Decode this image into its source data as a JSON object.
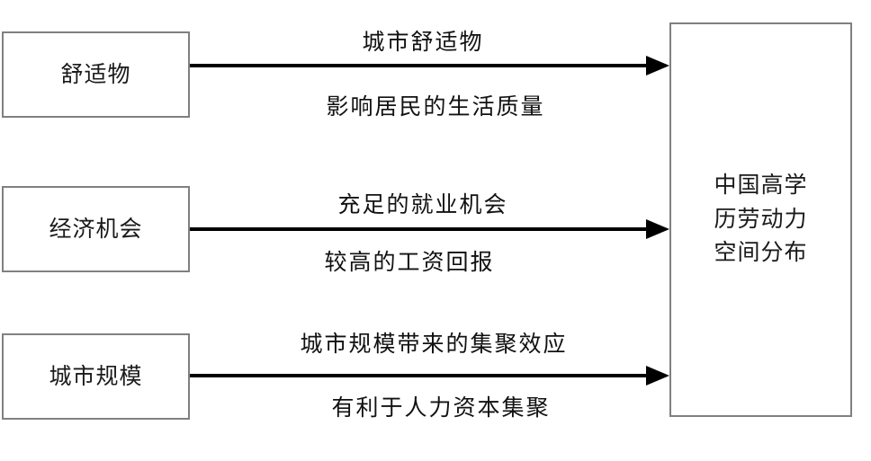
{
  "diagram": {
    "title": "",
    "colors": {
      "box_border": "#808080",
      "arrow": "#000000",
      "text": "#111111",
      "background": "#ffffff"
    },
    "sources": [
      {
        "id": "amenity",
        "label": "舒适物"
      },
      {
        "id": "economic",
        "label": "经济机会"
      },
      {
        "id": "city-scale",
        "label": "城市规模"
      }
    ],
    "target": {
      "id": "outcome",
      "label": "中国高学\n历劳动力\n空间分布"
    },
    "edges": [
      {
        "id": "edge-amenity",
        "from": "舒适物",
        "to": "中国高学历劳动力空间分布",
        "label_above": "城市舒适物",
        "label_below": "影响居民的生活质量"
      },
      {
        "id": "edge-economic",
        "from": "经济机会",
        "to": "中国高学历劳动力空间分布",
        "label_above": "充足的就业机会",
        "label_below": "较高的工资回报"
      },
      {
        "id": "edge-city-scale",
        "from": "城市规模",
        "to": "中国高学历劳动力空间分布",
        "label_above": "城市规模带来的集聚效应",
        "label_below": "有利于人力资本集聚"
      }
    ]
  }
}
